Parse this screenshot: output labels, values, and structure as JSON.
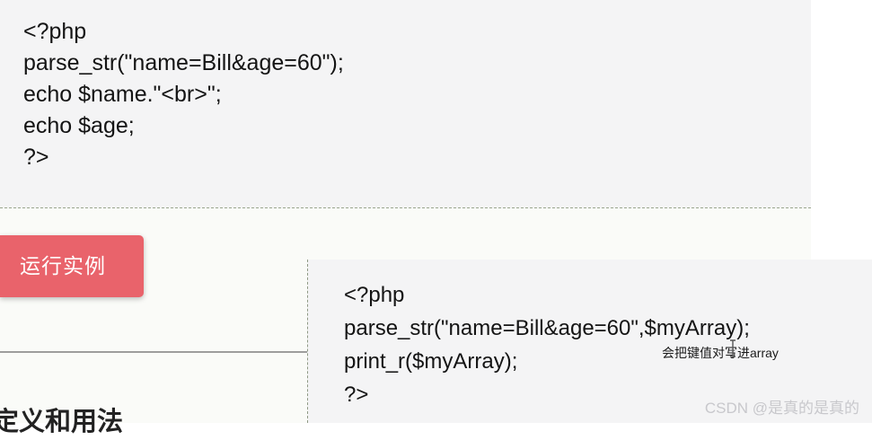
{
  "top_code": {
    "lines": [
      "<?php",
      "parse_str(\"name=Bill&age=60\");",
      "echo $name.\"<br>\";",
      "echo $age;",
      "?>"
    ]
  },
  "run_button": {
    "label": "运行实例"
  },
  "section": {
    "heading": "定义和用法"
  },
  "bottom_code": {
    "lines": [
      "<?php",
      "parse_str(\"name=Bill&age=60\",$myArray);",
      "print_r($myArray);",
      "?>"
    ],
    "annotation": "会把键值对写进array"
  },
  "watermark": "CSDN @是真的是真的",
  "colors": {
    "button_bg": "#e9636b",
    "code_bg": "#f4f4f5"
  }
}
